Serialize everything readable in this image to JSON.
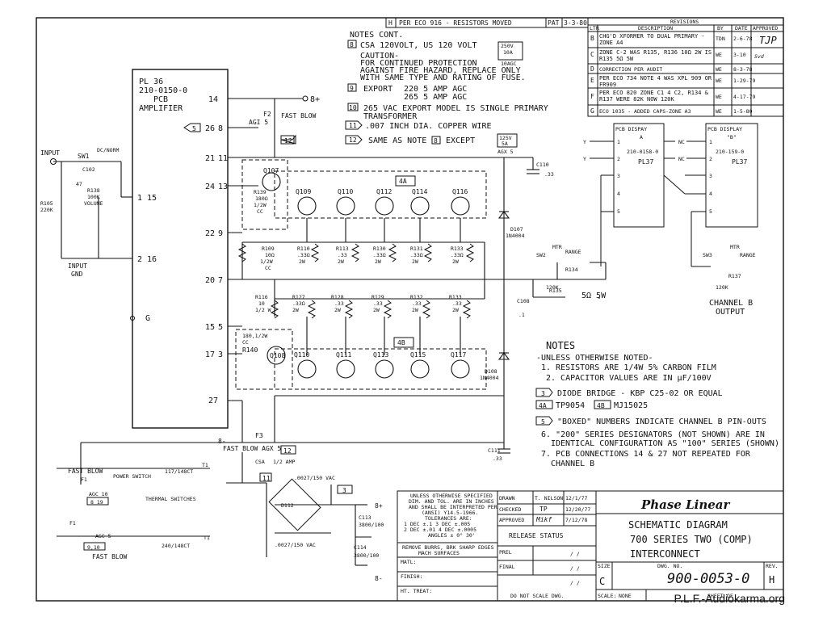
{
  "revision_h": {
    "letter": "H",
    "text": "PER ECO 916 - RESISTORS MOVED",
    "by": "PAT",
    "date": "3-3-80"
  },
  "revisions_table": {
    "title": "REVISIONS",
    "headers": [
      "LTR",
      "DESCRIPTION",
      "BY",
      "DATE",
      "APPROVED"
    ],
    "rows": [
      {
        "ltr": "B",
        "desc": "CHG'D XFORMER TO DUAL PRIMARY - ZONE A4",
        "by": "TDN",
        "date": "2-6-78",
        "appr": "TJP"
      },
      {
        "ltr": "C",
        "desc": "ZONE C-2 WAS R135, R136 10Ω 2W IS R135 5Ω 5W",
        "by": "WE",
        "date": "3-10",
        "appr": "Svd"
      },
      {
        "ltr": "D",
        "desc": "CORRECTION PER AUDIT",
        "by": "WE",
        "date": "8-3-78",
        "appr": ""
      },
      {
        "ltr": "E",
        "desc": "PER ECO 734 NOTE 4 WAS XPL 909 OR FR909",
        "by": "WE",
        "date": "1-29-79",
        "appr": ""
      },
      {
        "ltr": "F",
        "desc": "PER ECO 820 ZONE C1 4 C2, R134 & R137 WERE 82K NOW 120K",
        "by": "WE",
        "date": "4-17-79",
        "appr": ""
      },
      {
        "ltr": "G",
        "desc": "ECO 1035 - ADDED CAPS-ZONE A3",
        "by": "WE",
        "date": "1-5-80",
        "appr": ""
      }
    ]
  },
  "notes_cont": {
    "heading": "NOTES CONT.",
    "n8": "CSA 120VOLT, US 120 VOLT",
    "fuse_box": [
      "250V",
      "10A",
      "10AGC"
    ],
    "caution": [
      "CAUTION-",
      "FOR CONTINUED PROTECTION",
      "AGAINST FIRE HAZARD, REPLACE ONLY",
      "WITH SAME TYPE AND RATING OF FUSE."
    ],
    "n9_label": "EXPORT",
    "n9_rows": [
      "220    5 AMP  AGC",
      "265    5 AMP  AGC"
    ],
    "n10": [
      "265 VAC EXPORT MODEL IS SINGLE PRIMARY",
      "TRANSFORMER"
    ],
    "n11": ".007 INCH DIA. COPPER WIRE",
    "n12a": "SAME AS NOTE",
    "n12b": "EXCEPT",
    "except_box": [
      "125V",
      "5A",
      "AGX 5"
    ]
  },
  "amp": {
    "lines": [
      "PL 36",
      "210-0150-0",
      "PCB",
      "AMPLIFIER"
    ]
  },
  "pins": [
    "14",
    "26",
    "8",
    "21",
    "11",
    "24",
    "13",
    "22",
    "9",
    "20",
    "7",
    "15",
    "5",
    "17",
    "3",
    "27",
    "2",
    "16",
    "1",
    "15",
    "G"
  ],
  "labels": {
    "input": "INPUT",
    "sw1": "SW1",
    "dc_norm": "DC/NORM",
    "c102": "C102",
    "c102v": "47",
    "r105": "R105",
    "r105v": "220K",
    "r138": "R138",
    "r138v": "100K",
    "r138n": "VOLUME",
    "input_gnd": [
      "INPUT",
      "GND"
    ],
    "bplus": "8+",
    "bminus": "8-",
    "f2": "F2",
    "f2v": "AGI 5",
    "fast_blow": "FAST BLOW",
    "f3": "F3",
    "f3v": "FAST BLOW AGX 5",
    "q107": "Q107",
    "r139": [
      "R139",
      "180Ω",
      "1/2W",
      "CC"
    ],
    "q109": "Q109",
    "q110": "Q110",
    "q112": "Q112",
    "q114": "Q114",
    "q116": "Q116",
    "q108": "Q108",
    "q111": "Q111",
    "q113": "Q113",
    "q115": "Q115",
    "q117": "Q117",
    "r109": [
      "R109",
      "10Ω",
      "1/2W",
      "CC"
    ],
    "r110": [
      "R110",
      ".33Ω",
      "2W"
    ],
    "r113": [
      "R113",
      ".33",
      "2W"
    ],
    "r130": [
      "R130",
      ".33Ω",
      "2W"
    ],
    "r131": [
      "R131",
      ".33Ω",
      "2W"
    ],
    "r133": [
      "R133",
      ".33Ω",
      "2W"
    ],
    "r116": [
      "R116",
      "10",
      "1/2 W"
    ],
    "r127": [
      "R127",
      ".33Ω",
      "2W"
    ],
    "r128": [
      "R128",
      ".33",
      "2W"
    ],
    "r129": [
      "R129",
      ".33",
      "2W"
    ],
    "r132": [
      "R132",
      ".33",
      "2W"
    ],
    "r133b": [
      "R133",
      ".33",
      "2W"
    ],
    "r140": [
      "180,1/2W",
      "CC",
      "R140"
    ],
    "d107": [
      "D107",
      "1N4004"
    ],
    "d108": [
      "D108",
      "1N4004"
    ],
    "c110": [
      "C110",
      ".33"
    ],
    "c111": [
      "C111",
      ".33"
    ],
    "c108": "C108",
    "c108v": ".1",
    "r135": "R135",
    "r135v": "5Ω 5W",
    "sw2": "SW2",
    "mtr": "MTR",
    "range": "RANGE",
    "r134": "R134",
    "r134v": "120K",
    "sw3": "SW3",
    "r137": "R137",
    "r137v": "120K",
    "chb_out": [
      "CHANNEL B",
      "OUTPUT"
    ],
    "disp_a": [
      "PCB DISPAY",
      "A",
      "210-0158-0",
      "PL37"
    ],
    "disp_b": [
      "PCB DISPLAY",
      "\"B\"",
      "210-159-0",
      "PL37"
    ],
    "disp_pins": [
      "1",
      "2",
      "3",
      "4",
      "5"
    ],
    "nc": "NC",
    "y": "Y",
    "tag4a": "4A",
    "tag4b": "4B",
    "tag12": "12",
    "tag5": "5",
    "tag8": "8",
    "tag11": "11",
    "tag3": "3",
    "fast_blow_f1": "FAST BLOW",
    "f1": "F1",
    "agc10": "AGC 10",
    "pin819": "8 19",
    "power_switch": "POWER SWITCH",
    "thermal": "THERMAL SWITCHES",
    "t1a": "T1",
    "t1av": "117/148CT",
    "t1b": "T1",
    "t1bv": "240/148CT",
    "f1b": "F1",
    "agc5": "AGC 5",
    "pin910": "9,10",
    "fast_blow2": "FAST BLOW",
    "csa": "CSA",
    "half_amp": "1/2 AMP",
    "cap_top": ".0027/150 VAC",
    "cap_bot": ".0027/150 VAC",
    "d112": "D112",
    "c113": [
      "C113",
      "3800/100"
    ],
    "c114": [
      "C114",
      "3800/100"
    ]
  },
  "notes": {
    "heading": "NOTES",
    "lines": [
      "-UNLESS OTHERWISE NOTED-",
      "1. RESISTORS ARE 1/4W 5% CARBON FILM",
      "2. CAPACITOR VALUES ARE IN µF/100V",
      "DIODE BRIDGE - KBP C25-02 OR EQUAL",
      "TP9054",
      "MJ15025",
      "\"BOXED\" NUMBERS INDICATE CHANNEL B  PIN-OUTS",
      "6. \"200\" SERIES DESIGNATORS (NOT SHOWN) ARE IN",
      "IDENTICAL CONFIGURATION AS \"100\" SERIES (SHOWN)",
      "7. PCB CONNECTIONS 14 & 27 NOT REPEATED FOR",
      "CHANNEL B"
    ]
  },
  "title_block": {
    "spec": [
      "UNLESS OTHERWISE SPECIFIED",
      "DIM. AND TOL. ARE IN INCHES",
      "AND SHALL BE INTERPRETED PER",
      "(ANSI) Y14.5-1966.",
      "TOLERANCES ARE:",
      "1 DEC ±.1    3 DEC ±.005",
      "2 DEC ±.01   4 DEC ±.0005",
      "ANGLES ±  0° 30'",
      "REMOVE BURRS, BRK SHARP EDGES",
      "MACH SURFACES"
    ],
    "matl": "MATL:",
    "finish": "FINISH:",
    "ht_treat": "HT. TREAT:",
    "drawn": "DRAWN",
    "drawn_by": "T. NILSON",
    "drawn_date": "12/1/77",
    "checked": "CHECKED",
    "checked_by": "TP",
    "checked_date": "12/20/77",
    "approved": "APPROVED",
    "approved_by": "Mikf",
    "approved_date": "7/12/78",
    "release": "RELEASE STATUS",
    "prel": "PREL",
    "final": "FINAL",
    "slash": "/ /",
    "company": "Phase Linear",
    "title": [
      "SCHEMATIC DIAGRAM",
      "700  SERIES  TWO (COMP)",
      "INTERCONNECT"
    ],
    "size_label": "SIZE",
    "size": "C",
    "dwg_label": "DWG. NO.",
    "dwg": "900-0053-0",
    "rev_label": "REV.",
    "rev": "H",
    "scale_label": "SCALE:",
    "scale": "NONE",
    "sheet_label": "SHEET",
    "sheet": "OF",
    "do_not_scale": "DO NOT SCALE DWG."
  },
  "watermark": "P.L.F.-Audiokarma.org"
}
